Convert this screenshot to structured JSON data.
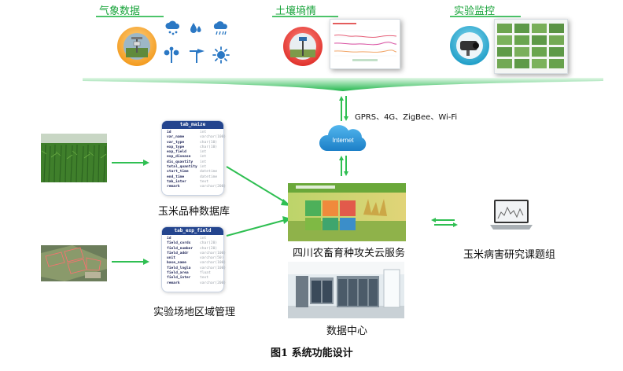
{
  "top": {
    "weather_label": "气象数据",
    "soil_label": "土壤墒情",
    "experiment_label": "实验监控"
  },
  "network": {
    "protocols": "GPRS、4G、ZigBee、Wi-Fi",
    "cloud_label": "Internet"
  },
  "tables": {
    "maize": {
      "name": "tab_maize",
      "rows": [
        {
          "field": "id",
          "type": "int"
        },
        {
          "field": "var_name",
          "type": "varchar(100)"
        },
        {
          "field": "var_type",
          "type": "char(10)"
        },
        {
          "field": "exp_type",
          "type": "char(10)"
        },
        {
          "field": "exp_field",
          "type": "int"
        },
        {
          "field": "exp_disease",
          "type": "int"
        },
        {
          "field": "dis_quantity",
          "type": "int"
        },
        {
          "field": "total_quantity",
          "type": "int"
        },
        {
          "field": "start_time",
          "type": "datetime"
        },
        {
          "field": "end_time",
          "type": "datetime"
        },
        {
          "field": "tab_inter",
          "type": "text"
        },
        {
          "field": "remark",
          "type": "varchar(200)"
        }
      ]
    },
    "field": {
      "name": "tab_exp_field",
      "rows": [
        {
          "field": "id",
          "type": "int"
        },
        {
          "field": "field_cords",
          "type": "char(20)"
        },
        {
          "field": "field_number",
          "type": "char(20)"
        },
        {
          "field": "field_addr",
          "type": "varchar(100)"
        },
        {
          "field": "unit",
          "type": "varchar(50)"
        },
        {
          "field": "base_name",
          "type": "varchar(100)"
        },
        {
          "field": "field_lngla",
          "type": "varchar(100)"
        },
        {
          "field": "field_area",
          "type": "float"
        },
        {
          "field": "field_inter",
          "type": "text"
        },
        {
          "field": "remark",
          "type": "varchar(200)"
        }
      ]
    }
  },
  "labels": {
    "maize_db": "玉米品种数据库",
    "field_mgmt": "实验场地区域管理",
    "cloud_service": "四川农畜育种攻关云服务",
    "data_center": "数据中心",
    "research_group": "玉米病害研究课题组",
    "caption": "图1  系统功能设计"
  },
  "colors": {
    "accent_green": "#18a33a",
    "arrow_green": "#2fbf52",
    "table_header": "#24458e"
  },
  "icons": [
    "weather-station-icon",
    "hail-icon",
    "rain-icon",
    "rain-cloud-icon",
    "wind-icon",
    "wind-direction-icon",
    "sun-icon",
    "soil-probe-icon",
    "camera-icon",
    "cloud-icon",
    "laptop-icon"
  ]
}
